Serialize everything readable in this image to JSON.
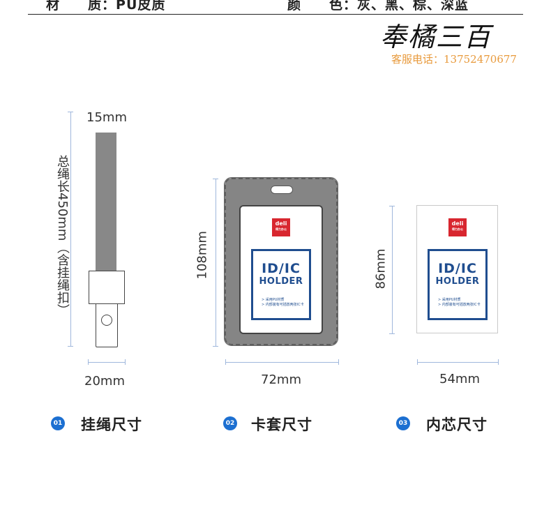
{
  "header": {
    "material_label": "材　　质：",
    "material_value": "PU皮质",
    "color_label": "颜　　色：",
    "color_value": "灰、黑、棕、深蓝"
  },
  "brand": {
    "name": "奉橘三百",
    "phone": "客服电话：13752470677"
  },
  "lanyard": {
    "width_label": "15mm",
    "length_label": "总绳长450mm（含挂绳扣）",
    "clip_width_label": "20mm"
  },
  "holder": {
    "height_label": "108mm",
    "width_label": "72mm"
  },
  "insert": {
    "height_label": "86mm",
    "width_label": "54mm"
  },
  "card": {
    "logo_top": "deli",
    "logo_bottom": "得力办公",
    "title": "ID/IC",
    "subtitle": "HOLDER",
    "line1": "> 采用PU材质",
    "line2": "> 内部装有可插放两张IC卡"
  },
  "captions": [
    {
      "num": "01",
      "text": "挂绳尺寸"
    },
    {
      "num": "02",
      "text": "卡套尺寸"
    },
    {
      "num": "03",
      "text": "内芯尺寸"
    }
  ],
  "colors": {
    "accent": "#1c6fd1",
    "card_blue": "#1f4d8f",
    "logo_red": "#d8262f",
    "dim_line": "#9fb7dc",
    "phone_orange": "#e89a3c"
  }
}
